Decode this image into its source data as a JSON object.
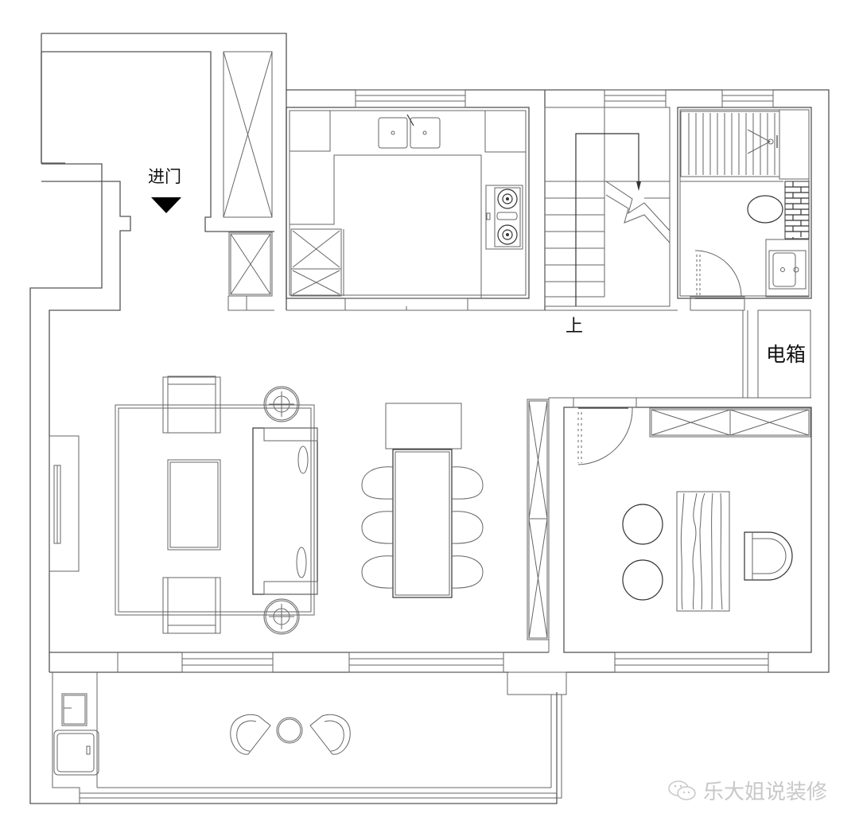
{
  "plan": {
    "type": "floor-plan",
    "stroke_color": "#555555",
    "background": "#ffffff"
  },
  "labels": {
    "entrance": "进门",
    "stairs_up": "上",
    "electric_box": "电箱"
  },
  "rooms": [
    {
      "name": "entrance-foyer",
      "label": "进门"
    },
    {
      "name": "kitchen"
    },
    {
      "name": "staircase",
      "label": "上"
    },
    {
      "name": "bathroom"
    },
    {
      "name": "electric-box",
      "label": "电箱"
    },
    {
      "name": "living-room"
    },
    {
      "name": "dining-area"
    },
    {
      "name": "tea-room"
    },
    {
      "name": "balcony"
    }
  ],
  "furniture": {
    "living_room": [
      "sofa",
      "coffee-table",
      "armchair",
      "armchair",
      "side-table",
      "side-table",
      "tv-cabinet",
      "rug"
    ],
    "dining": [
      "dining-table",
      "chair",
      "chair",
      "chair",
      "chair",
      "chair",
      "chair",
      "sideboard"
    ],
    "tea_room": [
      "tea-table",
      "stool",
      "stool",
      "chair",
      "wall-cabinet"
    ],
    "balcony": [
      "lounge-chair",
      "round-table",
      "lounge-chair",
      "washing-machine",
      "laundry-sink"
    ],
    "kitchen": [
      "double-sink",
      "gas-stove",
      "fridge"
    ],
    "bathroom": [
      "shower",
      "toilet",
      "wash-basin"
    ]
  },
  "watermark": {
    "text": "乐大姐说装修",
    "color": "#c8c8c8"
  }
}
